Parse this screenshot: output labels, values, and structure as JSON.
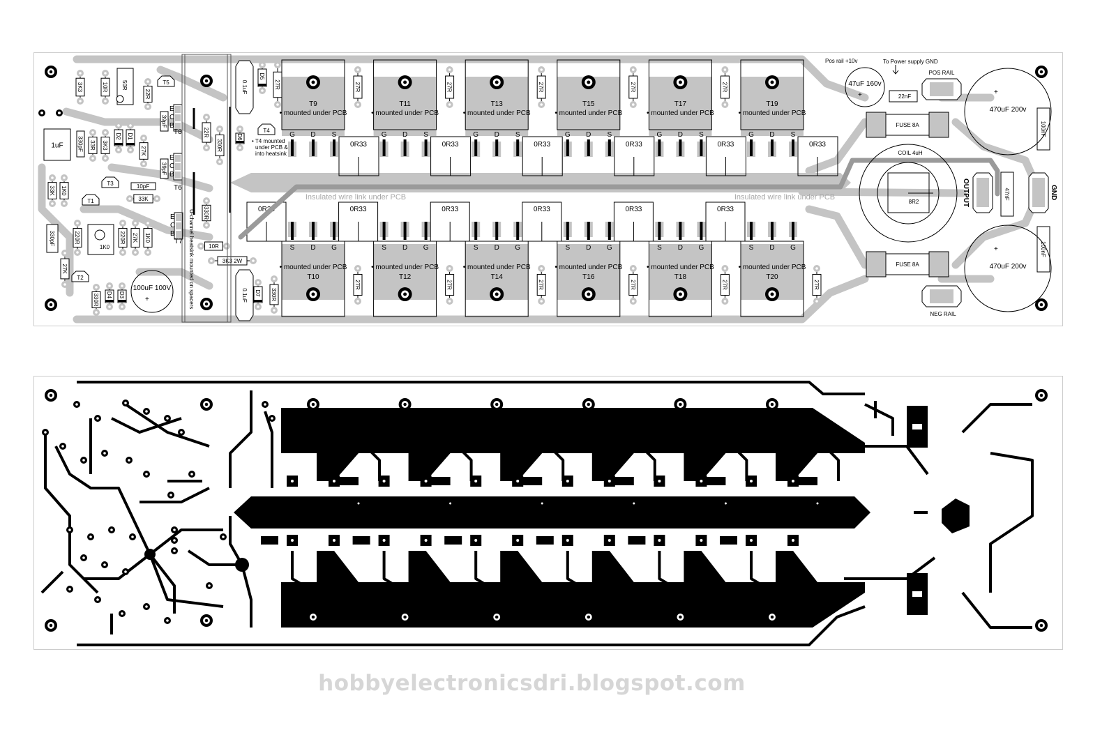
{
  "colors": {
    "silk_trace": "#c4c4c4",
    "wire_link": "#9a9a9a",
    "copper": "#000000",
    "watermark": "#d6d6d6"
  },
  "top_board": {
    "resistors_vertical": [
      "3K3",
      "10R",
      "22R",
      "33R",
      "3K3",
      "27K",
      "33K",
      "1K0",
      "220R",
      "220R",
      "27K",
      "1K0",
      "27K",
      "330R",
      "22R",
      "330R",
      "330R",
      "27R",
      "330R"
    ],
    "resistors_horizontal": [
      "33K",
      "10R",
      "3K3 2W"
    ],
    "trimmers": [
      "50R",
      "1K0"
    ],
    "capacitors": [
      "1uF",
      "330pF",
      "330pF",
      "39pF",
      "39pF",
      "10pF",
      "0.1uF",
      "0.1uF",
      "22nF",
      "47nF",
      "100nF",
      "100nF"
    ],
    "electrolytics": [
      "100uF 100V",
      "47uF 160v",
      "470uF 200v",
      "470uF 200v"
    ],
    "diodes": [
      "D2",
      "D1",
      "D5",
      "D6",
      "D4",
      "D3",
      "D7"
    ],
    "small_transistors": [
      "T5",
      "T3",
      "T1",
      "T2",
      "T4"
    ],
    "pin_headers": [
      "T8",
      "T6",
      "T7"
    ],
    "pin_letters": [
      "E",
      "C",
      "B"
    ],
    "heatsink_note": "U-channel heatsink mounted on spacers",
    "t4_note": [
      "• T4 mounted",
      "under PCB &",
      "into heatsink"
    ],
    "output_stage": {
      "upper": [
        "T9",
        "T11",
        "T13",
        "T15",
        "T17",
        "T19"
      ],
      "lower": [
        "T10",
        "T12",
        "T14",
        "T16",
        "T18",
        "T20"
      ],
      "mount_note": "• mounted under PCB",
      "pins": [
        "G",
        "D",
        "S"
      ],
      "source_resistor": "0R33",
      "gate_resistor": "27R"
    },
    "wire_link_label": "Insulated wire link under PCB",
    "pos_rail_label": "Pos rail +10v",
    "psu_gnd_label": "To Power supply GND",
    "pos_rail_connector": "POS RAIL",
    "neg_rail_connector": "NEG RAIL",
    "fuse_label": "FUSE 8A",
    "coil_label": "COIL 4uH",
    "coil_resistor": "8R2",
    "output_label": "OUTPUT",
    "gnd_label": "GND"
  },
  "watermark": "hobbyelectronicsdri.blogspot.com"
}
